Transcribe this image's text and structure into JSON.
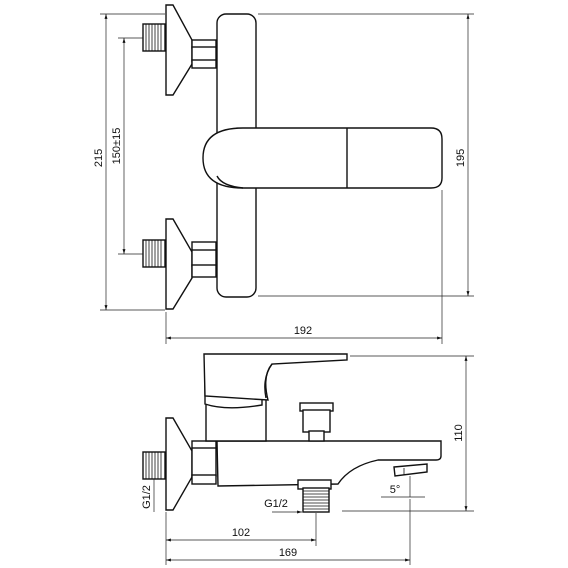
{
  "dimensions": {
    "top_total_height": "215",
    "top_center_distance": "150±15",
    "top_body_height": "195",
    "top_width": "192",
    "side_height": "110",
    "side_thread_outlet": "G1/2",
    "side_thread_inlet": "G1/2",
    "side_angle": "5°",
    "side_outlet_distance": "102",
    "side_total_length": "169"
  }
}
